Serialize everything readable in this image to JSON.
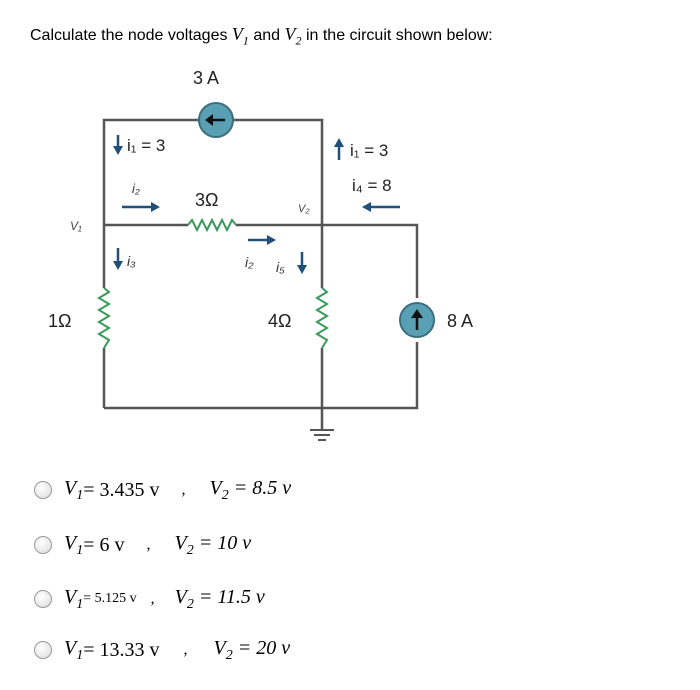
{
  "question": {
    "prefix": "Calculate the node voltages ",
    "v1": "V",
    "v1_sub": "1",
    "and": " and ",
    "v2": "V",
    "v2_sub": "2",
    "suffix": " in the circuit shown below:"
  },
  "circuit": {
    "source_top": "3 A",
    "source_right": "8 A",
    "r_left": "1Ω",
    "r_mid": "3Ω",
    "r_right": "4Ω",
    "i1_left": "i₁ = 3",
    "i2_top": "i₂",
    "i3": "i₃",
    "v1_node": "V₁",
    "v2_node": "V₂",
    "i1_right": "i₁ = 3",
    "i4": "i₄ = 8",
    "i2_mid": "i₂",
    "i5": "i₅"
  },
  "options": [
    {
      "v1_label": "V",
      "v1_sub": "1",
      "v1_value": " = 3.435 v",
      "sep": ",",
      "v2_label": "V",
      "v2_sub": "2",
      "v2_value": " = 8.5 v"
    },
    {
      "v1_label": "V",
      "v1_sub": "1",
      "v1_value": " = 6 v",
      "sep": ",",
      "v2_label": "V",
      "v2_sub": "2",
      "v2_value": " = 10 v"
    },
    {
      "v1_label": "V",
      "v1_sub": "1",
      "v1_value": " = 5.125 v",
      "sep": ",",
      "v2_label": "V",
      "v2_sub": "2",
      "v2_value": " = 11.5 v"
    },
    {
      "v1_label": "V",
      "v1_sub": "1",
      "v1_value": " = 13.33 v",
      "sep": ",",
      "v2_label": "V",
      "v2_sub": "2",
      "v2_value": " = 20 v"
    }
  ],
  "colors": {
    "wire": "#555555",
    "resistor": "#3a9a5a",
    "source_fill": "#5aa0b4",
    "arrow": "#1f4f7a"
  }
}
